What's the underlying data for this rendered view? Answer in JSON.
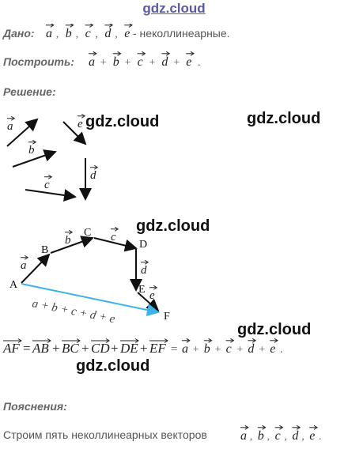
{
  "header": {
    "site": "gdz.cloud"
  },
  "given": {
    "label": "Дано:",
    "vectors": [
      "a",
      "b",
      "c",
      "d",
      "e"
    ],
    "text": "- неколлинеарные."
  },
  "build": {
    "label": "Построить:",
    "vectors": [
      "a",
      "b",
      "c",
      "d",
      "e"
    ],
    "plus": "+",
    "end": "."
  },
  "solution": {
    "label": "Решение:"
  },
  "watermark": "gdz.cloud",
  "diagram1": {
    "vectors": [
      "a",
      "b",
      "c",
      "d",
      "e"
    ]
  },
  "diagram2": {
    "points": [
      "A",
      "B",
      "C",
      "D",
      "E",
      "F"
    ],
    "vectors": [
      "a",
      "b",
      "c",
      "d",
      "e"
    ],
    "sum_label": "a + b + c + d + e"
  },
  "equation": {
    "lhs": "AF",
    "terms": [
      "AB",
      "BC",
      "CD",
      "DE",
      "EF"
    ],
    "rhs": [
      "a",
      "b",
      "c",
      "d",
      "e"
    ],
    "eq": "=",
    "plus": "+",
    "end": "."
  },
  "explanation": {
    "label": "Пояснения:",
    "text": "Строим пять неколлинеарных векторов",
    "vectors": [
      "a",
      "b",
      "c",
      "d",
      "e"
    ],
    "end": "."
  },
  "colors": {
    "accent_line": "#3bb3e8",
    "site_link": "#5a5aa8"
  }
}
